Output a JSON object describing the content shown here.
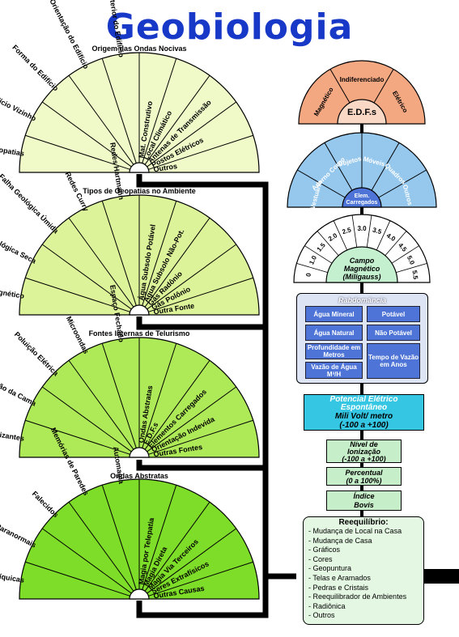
{
  "title": "Geobiologia",
  "fans": [
    {
      "title": "Origem das Ondas Nocivas",
      "labels": [
        "Geopatias",
        "Edifício Vizinho",
        "Forma do Edifício",
        "Orientação do Edifício",
        "Interior do Edifício",
        "Mat. Construtivo",
        "Local Climático",
        "Antenas de Transmissão",
        "Postos Elétricos",
        "Outros"
      ]
    },
    {
      "title": "Tipos de Geopatias no Ambiente",
      "labels": [
        "Nodo Geomagnético",
        "Falha Geológica Seca",
        "Falha Geológica Úmida",
        "Redes Curry",
        "Redes Hartmann",
        "Água Subsolo Potável",
        "Água Subsolo Não-Pot.",
        "Gás Radônio",
        "Gás Polônio",
        "Outra Fonte"
      ]
    },
    {
      "title": "Fontes Internas de Telurismo",
      "labels": [
        "Radiações Ionizantes",
        "Localização da Cama",
        "Poluição Elétrica",
        "Microondas",
        "Espaço Fechado",
        "Ondas Abstratas",
        "E.D.F.s",
        "Elementos Carregados",
        "Orientação Indevida",
        "Outras Fontes"
      ]
    },
    {
      "title": "Ondas Abstratas",
      "labels": [
        "Causas Psíquicas",
        "Paranormais",
        "Falecidos",
        "Memórias de Paredes",
        "Automagia",
        "Magia por Telepatia",
        "Magia Direta",
        "Magia Via Terceiros",
        "Seres Extrafísicos",
        "Outras Causas"
      ]
    }
  ],
  "edfs": {
    "center": "E.D.F.s",
    "labels": [
      "Magnético",
      "Indiferenciado",
      "Elétrico"
    ]
  },
  "elementos": {
    "center_line1": "Elem.",
    "center_line2": "Carregados",
    "labels": [
      "Vestuário",
      "Adorno Corpo",
      "Objetos",
      "Móveis",
      "Quadros",
      "Outros"
    ]
  },
  "campo": {
    "center_line1": "Campo",
    "center_line2": "Magnético",
    "center_line3": "(Miligauss)",
    "ticks": [
      "0",
      "1.0",
      "1.5",
      "2.0",
      "2.5",
      "3.0",
      "3.5",
      "4.0",
      "4.5",
      "5.0",
      "5.5"
    ]
  },
  "radiomancia": {
    "title": "Rabdomância",
    "cells": [
      "Água Mineral",
      "Potável",
      "Água Natural",
      "Não Potável",
      "Profundidade em Metros",
      "Tempo de Vazão em Anos",
      "Vazão de Água M³/H"
    ]
  },
  "potencial": {
    "line1": "Potencial Elétrico",
    "line2": "Espontâneo",
    "line3": "Mili Volt/ metro",
    "line4": "(-100 a +100)"
  },
  "ionizacao": {
    "line1": "Nível de",
    "line2": "Ionização",
    "line3": "(-100 a +100)"
  },
  "percentual": {
    "line1": "Percentual",
    "line2": "(0 a 100%)"
  },
  "bovis": {
    "line1": "Índice",
    "line2": "Bovis"
  },
  "reequilibrio": {
    "title": "Reequilíbrio:",
    "items": [
      "- Mudança de Local na Casa",
      "- Mudança de Casa",
      "- Gráficos",
      "- Cores",
      "- Geopuntura",
      "- Telas e Aramados",
      "- Pedras e Cristais",
      "- Reequilibrador de Ambientes",
      "- Radiônica",
      "- Outros"
    ]
  },
  "colors": {
    "fan1": "#f0f9c8",
    "fan2": "#ddf39a",
    "fan3": "#aeea58",
    "fan4": "#7ddd28",
    "edfs": "#f4a882",
    "elementos": "#96c8ee",
    "campo": "#c4f0d0",
    "title": "#1838c8"
  }
}
